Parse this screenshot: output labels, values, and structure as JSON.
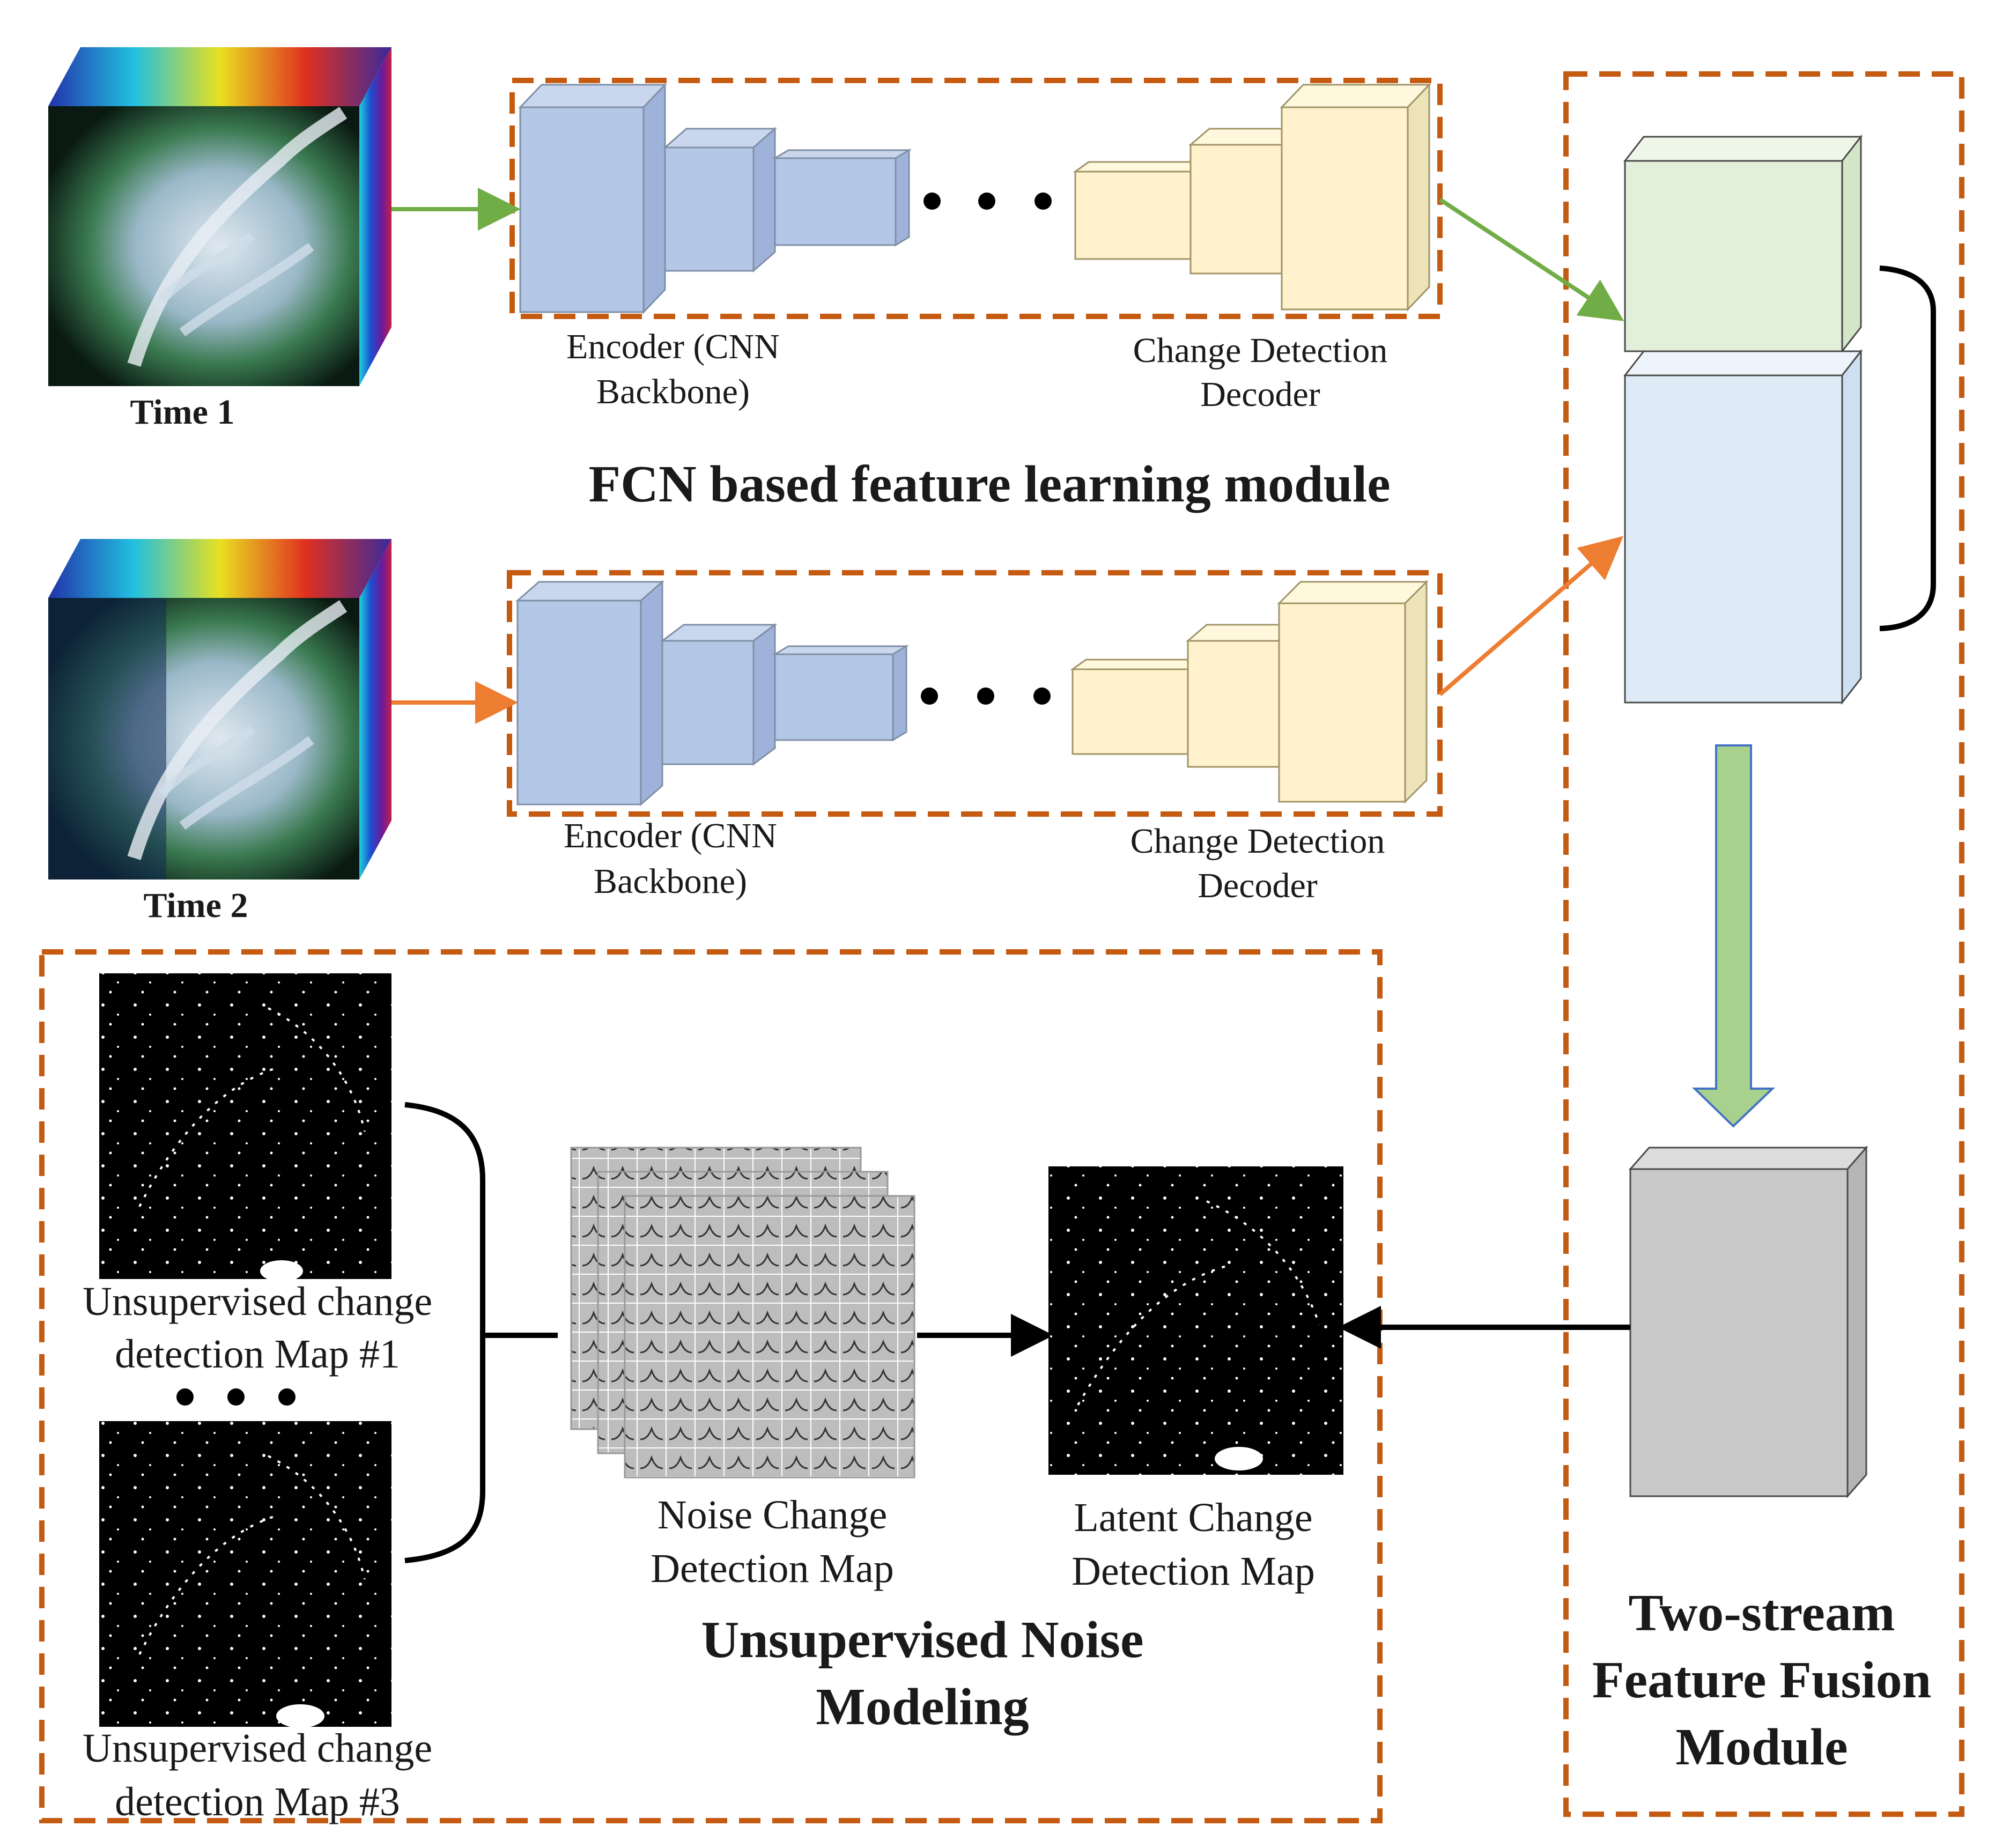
{
  "labels": {
    "time1": "Time 1",
    "time2": "Time 2",
    "encoder_top_line1": "Encoder (CNN",
    "encoder_top_line2": "Backbone)",
    "decoder_top_line1": "Change Detection",
    "decoder_top_line2": "Decoder",
    "encoder_bottom_line1": "Encoder (CNN",
    "encoder_bottom_line2": "Backbone)",
    "decoder_bottom_line1": "Change Detection",
    "decoder_bottom_line2": "Decoder",
    "fcn_module_title": "FCN based feature learning module",
    "fusion_title_line1": "Two-stream",
    "fusion_title_line2": "Feature Fusion",
    "fusion_title_line3": "Module",
    "map1_line1": "Unsupervised change",
    "map1_line2": "detection Map #1",
    "map3_line1": "Unsupervised change",
    "map3_line2": "detection Map #3",
    "noise_line1": "Noise Change",
    "noise_line2": "Detection Map",
    "latent_line1": "Latent Change",
    "latent_line2": "Detection Map",
    "noise_module_line1": "Unsupervised Noise",
    "noise_module_line2": "Modeling"
  },
  "colors": {
    "dashed_border": "#c55a11",
    "encoder_block": "#b4c7e7",
    "decoder_block": "#fff2cc",
    "stream1_arrow": "#70ad47",
    "stream2_arrow": "#ed7d31",
    "fusion_top_block": "#e2efda",
    "fusion_bottom_block": "#deebf7",
    "fused_block": "#c9c9c9",
    "down_arrow": "#a9d18e"
  }
}
